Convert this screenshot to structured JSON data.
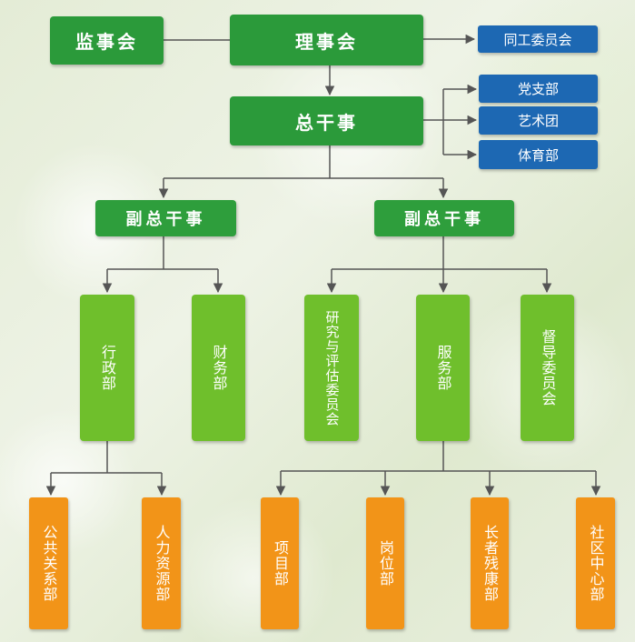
{
  "board": {
    "supervisors": "监事会",
    "directors": "理事会",
    "coworkers": "同工委员会"
  },
  "general_secretary": "总干事",
  "secretary_units": [
    "党支部",
    "艺术团",
    "体育部"
  ],
  "deputy_left": {
    "title": "副总干事",
    "departments": [
      "行政部",
      "财务部"
    ],
    "admin_teams": [
      "公共关系部",
      "人力资源部"
    ]
  },
  "deputy_right": {
    "title": "副总干事",
    "departments": [
      "研究与评估委员会",
      "服务部",
      "督导委员会"
    ],
    "service_teams": [
      "项目部",
      "岗位部",
      "长者残康部",
      "社区中心部"
    ]
  },
  "colors": {
    "dark_green": "#2b9a3a",
    "light_green": "#6fbf2c",
    "blue": "#1d68b3",
    "orange": "#f29418",
    "connector": "#555555"
  }
}
